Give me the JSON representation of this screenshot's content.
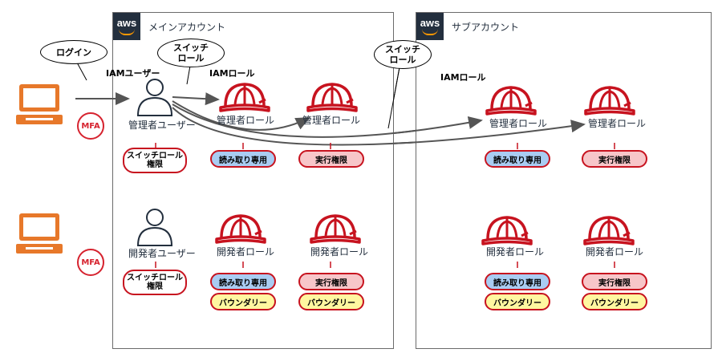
{
  "main_account": {
    "title": "メインアカウント",
    "logo": "aws"
  },
  "sub_account": {
    "title": "サブアカウント",
    "logo": "aws"
  },
  "callouts": {
    "login": "ログイン",
    "switch1": "スイッチ\nロール",
    "switch2": "スイッチ\nロール"
  },
  "labels": {
    "iam_user": "IAMユーザー",
    "iam_role_main": "IAMロール",
    "iam_role_sub": "IAMロール",
    "admin_user": "管理者ユーザー",
    "dev_user": "開発者ユーザー",
    "admin_role": "管理者ロール",
    "dev_role": "開発者ロール",
    "mfa": "MFA"
  },
  "badges": {
    "switch_perm": "スイッチロール\n権限",
    "read_only": "読み取り専用",
    "exec": "実行権限",
    "boundary": "バウンダリー"
  },
  "colors": {
    "orange": "#e7782a",
    "red": "#c7131f",
    "dark": "#232f3e",
    "blue": "#a9ccf2",
    "pink": "#f7c6c9",
    "yellow": "#fff7a0"
  }
}
